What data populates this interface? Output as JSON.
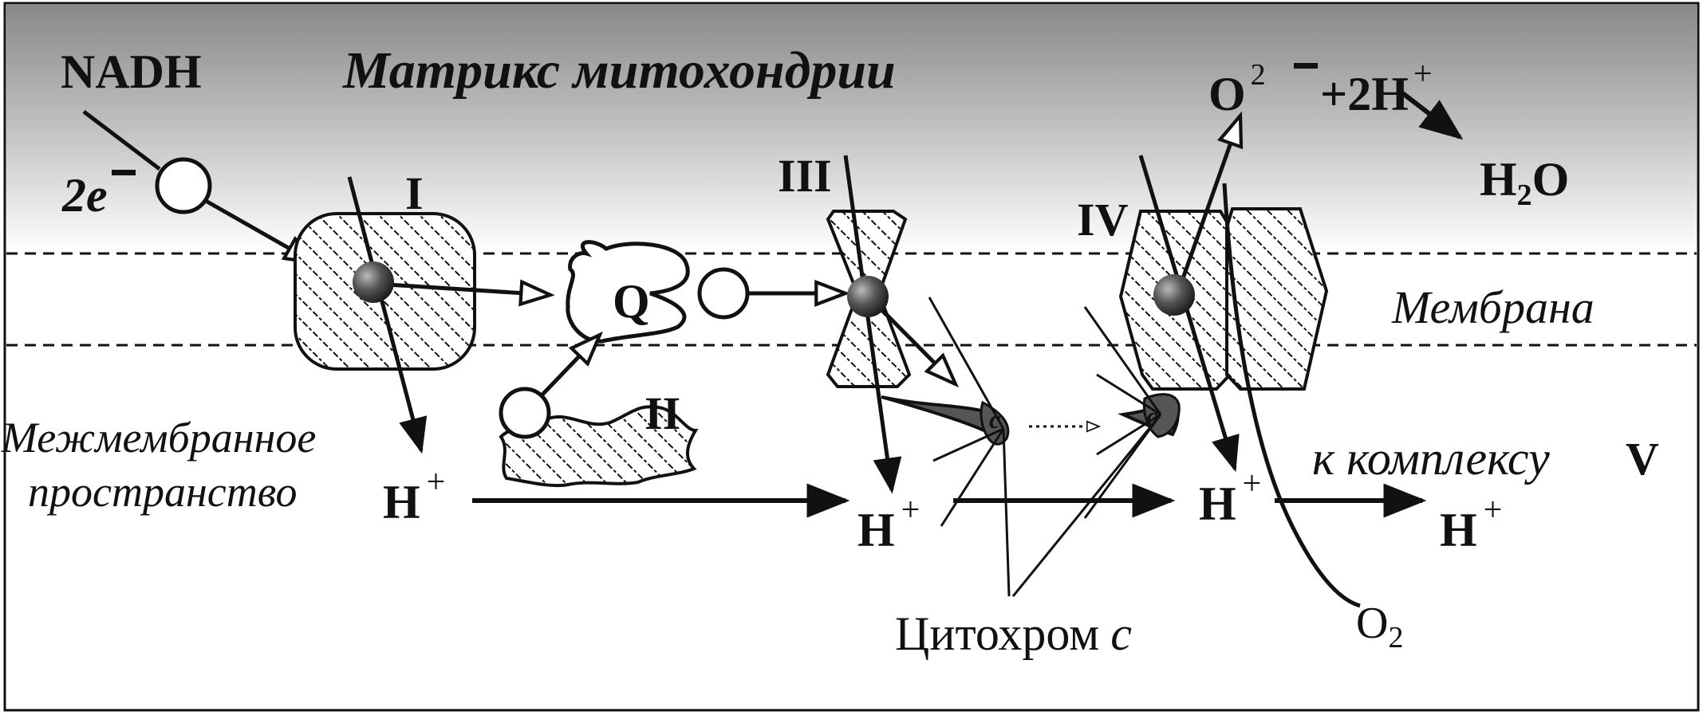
{
  "labels": {
    "matrix": "Матрикс митохондрии",
    "membrane": "Мембрана",
    "intermembrane_line1": "Межмембранное",
    "intermembrane_line2": "пространство",
    "nadh": "NADH",
    "two_e": "2e",
    "minus": "−",
    "complex_1": "I",
    "complex_2": "II",
    "complex_3": "III",
    "complex_4": "IV",
    "complex_5": "V",
    "q": "Q",
    "h": "H",
    "plus": "+",
    "o": "O",
    "o_charge_2": "2",
    "plus_2h": "+2H",
    "h2o_h": "H",
    "h2o_2": "2",
    "h2o_o": "O",
    "o2_o": "O",
    "o2_2": "2",
    "to_complex": "к комплексу",
    "cytochrome": "Цитохром",
    "cyt_c": "c",
    "cyt_c_small": "c"
  },
  "colors": {
    "matrix_top": "#8a8a8a",
    "matrix_bottom": "#ffffff",
    "ink": "#111111",
    "sphere": "#555555"
  }
}
